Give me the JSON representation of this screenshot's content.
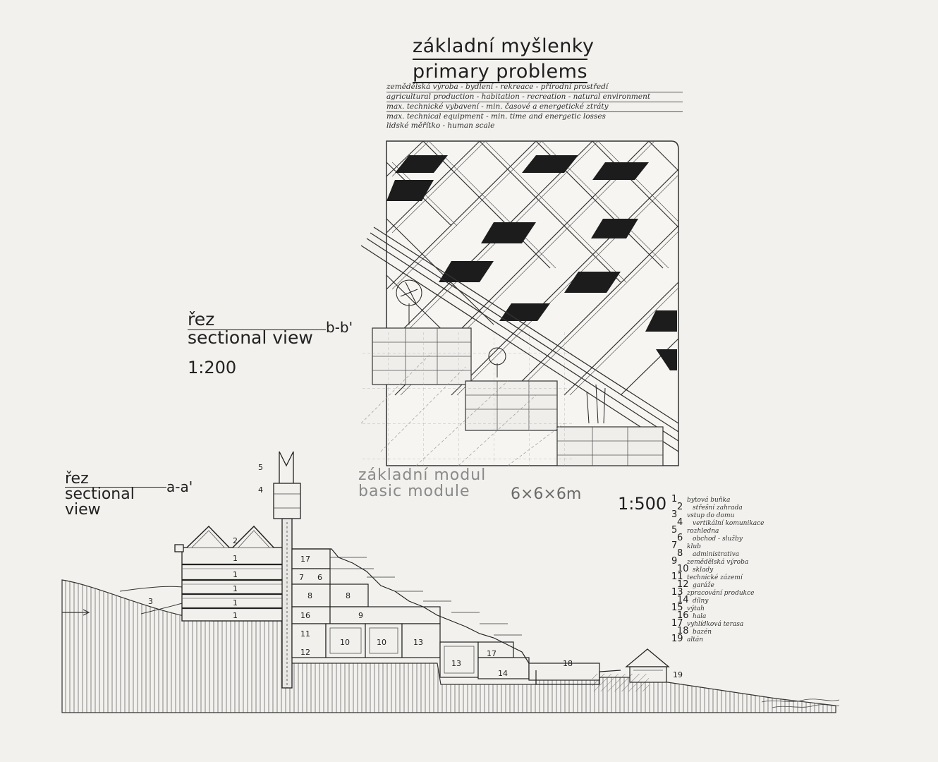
{
  "header": {
    "title_cz": "základní myšlenky",
    "title_en": "primary problems"
  },
  "notes": [
    "zemědělská výroba - bydlení - rekreace - přírodní prostředí",
    "agricultural production - habitation - recreation - natural environment",
    "max. technické vybavení - min. časové a energetické ztráty",
    "max. technical equipment - min. time and energetic losses",
    "lidské měřítko - human scale"
  ],
  "section_b": {
    "label_cz": "řez",
    "label_en": "sectional view",
    "mark": "b-b'",
    "scale": "1:200"
  },
  "module": {
    "label_cz": "základní modul",
    "label_en": "basic module",
    "size": "6×6×6m"
  },
  "section_a": {
    "label_cz": "řez",
    "label_en1": "sectional",
    "label_en2": "view",
    "mark": "a-a'"
  },
  "main_scale": "1:500",
  "legend": [
    {
      "num": "1",
      "text": "bytová buňka"
    },
    {
      "num": "2",
      "text": "střešní zahrada"
    },
    {
      "num": "3",
      "text": "vstup do domu"
    },
    {
      "num": "4",
      "text": "vertikální komunikace"
    },
    {
      "num": "5",
      "text": "rozhledna"
    },
    {
      "num": "6",
      "text": "obchod - služby"
    },
    {
      "num": "7",
      "text": "klub"
    },
    {
      "num": "8",
      "text": "administrativa"
    },
    {
      "num": "9",
      "text": "zemědělská výroba"
    },
    {
      "num": "10",
      "text": "sklady"
    },
    {
      "num": "11",
      "text": "technické zázemí"
    },
    {
      "num": "12",
      "text": "garáže"
    },
    {
      "num": "13",
      "text": "zpracování produkce"
    },
    {
      "num": "14",
      "text": "dílny"
    },
    {
      "num": "15",
      "text": "výtah"
    },
    {
      "num": "16",
      "text": "hala"
    },
    {
      "num": "17",
      "text": "vyhlídková terasa"
    },
    {
      "num": "18",
      "text": "bazén"
    },
    {
      "num": "19",
      "text": "altán"
    }
  ],
  "section_numbers": {
    "n1": "1",
    "n2": "2",
    "n3": "3",
    "n4": "4",
    "n5": "5",
    "n6": "6",
    "n7": "7",
    "n8": "8",
    "n9": "9",
    "n10": "10",
    "n11": "11",
    "n12": "12",
    "n13": "13",
    "n14": "14",
    "n16": "16",
    "n17": "17",
    "n18": "18",
    "n19": "19"
  }
}
